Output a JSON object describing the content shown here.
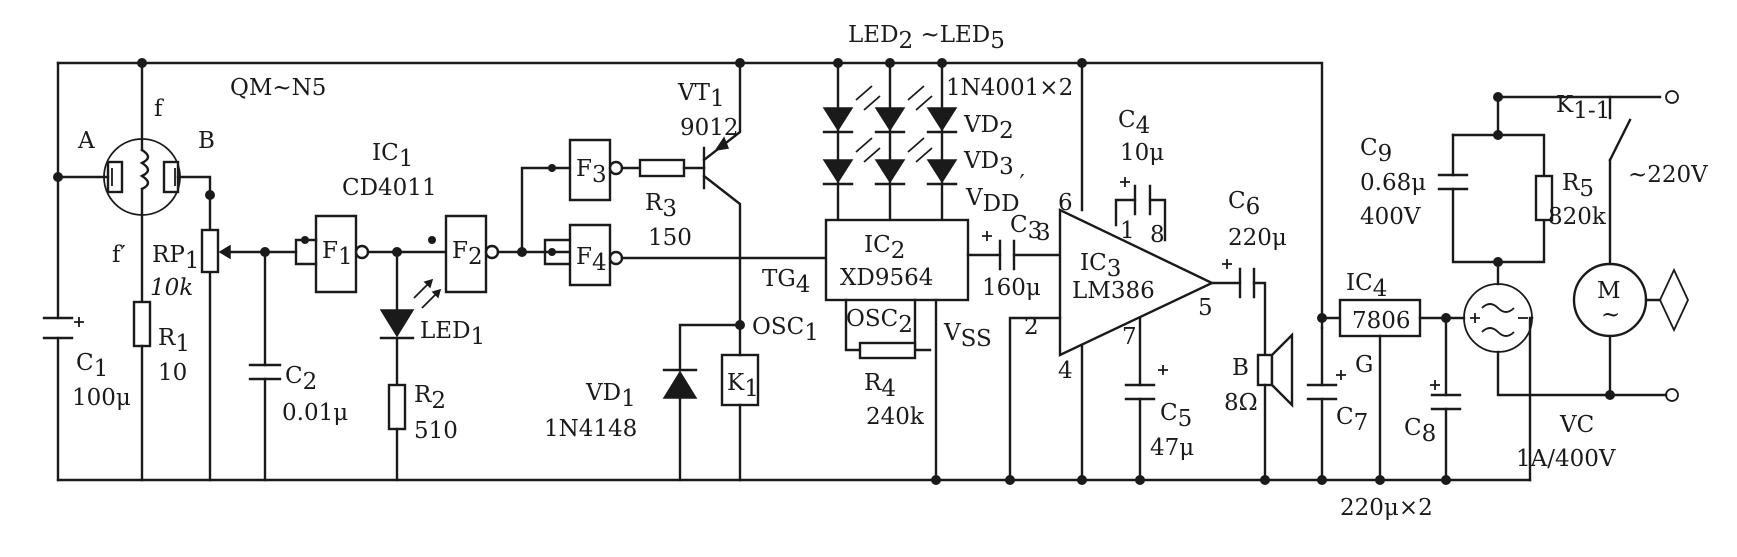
{
  "sensor": {
    "model": "QM~N5",
    "pin_a": "A",
    "pin_b": "B",
    "pin_f": "f",
    "pin_f2": "f′"
  },
  "c1": {
    "ref": "C",
    "sub": "1",
    "value": "100μ"
  },
  "r1": {
    "ref": "R",
    "sub": "1",
    "value": "10"
  },
  "rp1": {
    "ref": "RP",
    "sub": "1",
    "value": "10k"
  },
  "c2": {
    "ref": "C",
    "sub": "2",
    "value": "0.01μ"
  },
  "ic1": {
    "ref": "IC",
    "sub": "1",
    "part": "CD4011"
  },
  "gates": {
    "f1": "F",
    "f1_sub": "1",
    "f2": "F",
    "f2_sub": "2",
    "f3": "F",
    "f3_sub": "3",
    "f4": "F",
    "f4_sub": "4"
  },
  "led1": {
    "ref": "LED",
    "sub": "1"
  },
  "r2": {
    "ref": "R",
    "sub": "2",
    "value": "510"
  },
  "vt1": {
    "ref": "VT",
    "sub": "1",
    "part": "9012"
  },
  "r3": {
    "ref": "R",
    "sub": "3",
    "value": "150"
  },
  "vd1": {
    "ref": "VD",
    "sub": "1",
    "part": "1N4148"
  },
  "k1": {
    "ref": "K",
    "sub": "1"
  },
  "led_array": {
    "a": "LED",
    "a_sub": "2",
    "mid": " ~LED",
    "b_sub": "5"
  },
  "diodes": {
    "part": "1N4001×2",
    "vd2": "VD",
    "vd2_sub": "2",
    "vd3": "VD",
    "vd3_sub": "3"
  },
  "ic2": {
    "ref": "IC",
    "sub": "2",
    "part": "XD9564",
    "tg": "TG",
    "tg_sub": "4",
    "osc1": "OSC",
    "osc1_sub": "1",
    "osc2": "OSC",
    "osc2_sub": "2",
    "vdd": "V",
    "vdd_sub": "DD",
    "vdd_prime": "′",
    "vss": "V",
    "vss_sub": "SS"
  },
  "r4": {
    "ref": "R",
    "sub": "4",
    "value": "240k"
  },
  "c3": {
    "ref": "C",
    "sub": "3",
    "value": "160μ"
  },
  "ic3": {
    "ref": "IC",
    "sub": "3",
    "part": "LM386",
    "pin1": "1",
    "pin2": "2",
    "pin3": "3",
    "pin4": "4",
    "pin5": "5",
    "pin6": "6",
    "pin7": "7",
    "pin8": "8"
  },
  "c4": {
    "ref": "C",
    "sub": "4",
    "value": "10μ"
  },
  "c5": {
    "ref": "C",
    "sub": "5",
    "value": "47μ"
  },
  "c6": {
    "ref": "C",
    "sub": "6",
    "value": "220μ"
  },
  "speaker": {
    "ref": "B",
    "value": "8Ω"
  },
  "c7": {
    "ref": "C",
    "sub": "7"
  },
  "c8": {
    "ref": "C",
    "sub": "8"
  },
  "c78_value": "220μ×2",
  "ic4": {
    "ref": "IC",
    "sub": "4",
    "part": "7806",
    "ground": "G"
  },
  "c9": {
    "ref": "C",
    "sub": "9",
    "value": "0.68μ",
    "voltage": "400V"
  },
  "r5": {
    "ref": "R",
    "sub": "5",
    "value": "820k"
  },
  "bridge": {
    "ref": "VC",
    "rating": "1A/400V"
  },
  "k1_contact": {
    "ref": "K",
    "sub": "1-1"
  },
  "mains": "~220V",
  "motor": "M",
  "motor_sym": "~"
}
